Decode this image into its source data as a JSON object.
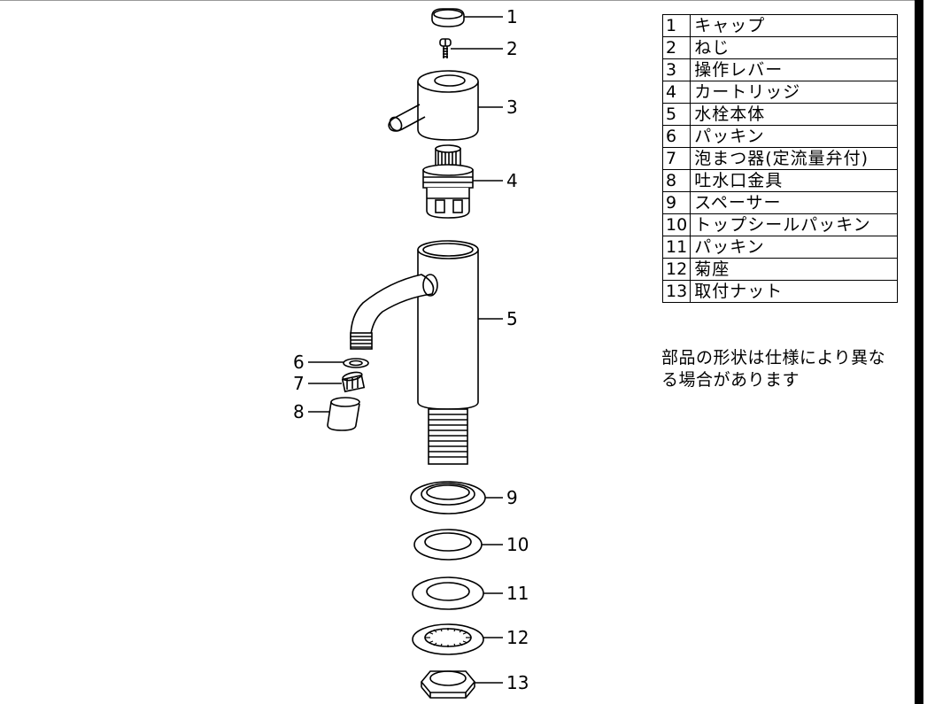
{
  "parts": [
    {
      "num": "1",
      "name": "キャップ"
    },
    {
      "num": "2",
      "name": "ねじ"
    },
    {
      "num": "3",
      "name": "操作レバー"
    },
    {
      "num": "4",
      "name": "カートリッジ"
    },
    {
      "num": "5",
      "name": "水栓本体"
    },
    {
      "num": "6",
      "name": "パッキン"
    },
    {
      "num": "7",
      "name": "泡まつ器(定流量弁付)"
    },
    {
      "num": "8",
      "name": "吐水口金具"
    },
    {
      "num": "9",
      "name": "スペーサー"
    },
    {
      "num": "10",
      "name": "トップシールパッキン"
    },
    {
      "num": "11",
      "name": "パッキン"
    },
    {
      "num": "12",
      "name": "菊座"
    },
    {
      "num": "13",
      "name": "取付ナット"
    }
  ],
  "note": "部品の形状は仕様により異なる場合があります",
  "callouts": [
    "1",
    "2",
    "3",
    "4",
    "5",
    "6",
    "7",
    "8",
    "9",
    "10",
    "11",
    "12",
    "13"
  ]
}
